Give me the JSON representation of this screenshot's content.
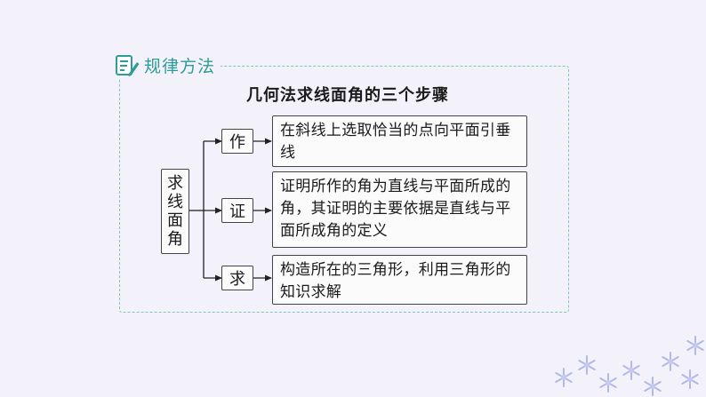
{
  "section_label": "规律方法",
  "title": "几何法求线面角的三个步骤",
  "root": {
    "chars": [
      "求",
      "线",
      "面",
      "角"
    ]
  },
  "steps": [
    {
      "label": "作",
      "text": "在斜线上选取恰当的点向平面引垂线"
    },
    {
      "label": "证",
      "text": "证明所作的角为直线与平面所成的角，其证明的主要依据是直线与平面所成角的定义"
    },
    {
      "label": "求",
      "text": "构造所在的三角形，利用三角形的知识求解"
    }
  ],
  "colors": {
    "accent": "#2d9c96",
    "dashed_border": "#7cc6c4",
    "snowflake": "#b3b9e6"
  }
}
